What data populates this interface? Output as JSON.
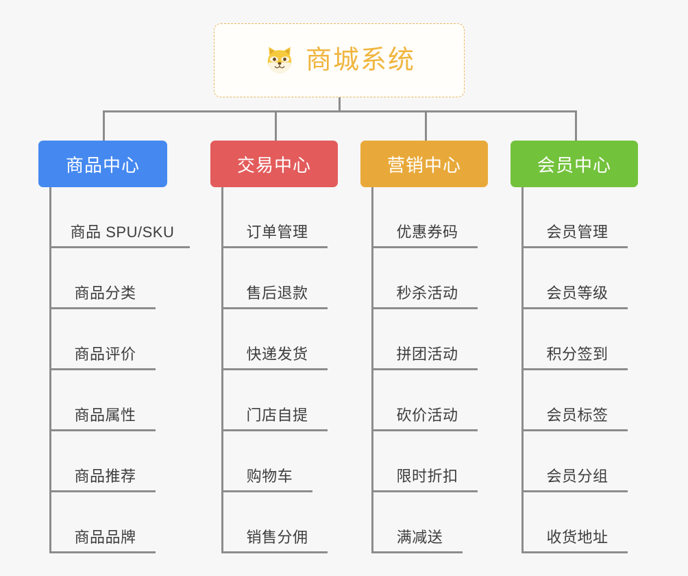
{
  "diagram": {
    "type": "org-chart",
    "background_color": "#f7f7f7",
    "connector_color": "#8c8c8c",
    "root": {
      "title": "商城系统",
      "icon": "shiba-dog-face-emoji",
      "text_color": "#f0b53f",
      "border_color": "#e8b65c",
      "background_color": "#fffefb"
    },
    "branches": [
      {
        "label": "商品中心",
        "color": "#4589f0",
        "items": [
          "商品 SPU/SKU",
          "商品分类",
          "商品评价",
          "商品属性",
          "商品推荐",
          "商品品牌"
        ]
      },
      {
        "label": "交易中心",
        "color": "#e35b5b",
        "items": [
          "订单管理",
          "售后退款",
          "快递发货",
          "门店自提",
          "购物车",
          "销售分佣"
        ]
      },
      {
        "label": "营销中心",
        "color": "#e8a93a",
        "items": [
          "优惠券码",
          "秒杀活动",
          "拼团活动",
          "砍价活动",
          "限时折扣",
          "满减送"
        ]
      },
      {
        "label": "会员中心",
        "color": "#73c23c",
        "items": [
          "会员管理",
          "会员等级",
          "积分签到",
          "会员标签",
          "会员分组",
          "收货地址"
        ]
      }
    ]
  }
}
